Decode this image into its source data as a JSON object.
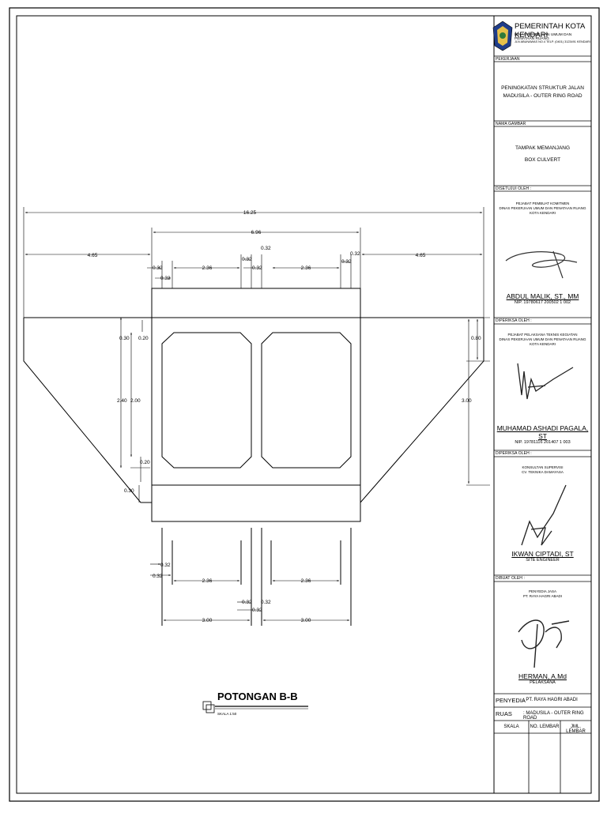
{
  "header": {
    "org": "PEMERINTAH KOTA KENDARI",
    "dept": "DINAS PEKERJAAN UMUM DAN PENATAAN RUANG",
    "address": "JLN ABUNAWAS NO.4 TELP. (0401) 3123491 KENDARI",
    "logo": "kendari-city-emblem"
  },
  "project": {
    "label": "PEKERJAAN",
    "line1": "PENINGKATAN STRUKTUR JALAN",
    "line2": "MADUSILA - OUTER RING ROAD"
  },
  "drawing_name": {
    "label": "NAMA GAMBAR",
    "line1": "TAMPAK MEMANJANG",
    "line2": "BOX CULVERT"
  },
  "approved": {
    "label": "DISETUJUI OLEH :",
    "role1": "PEJABAT PEMBUAT KOMITMEN",
    "role2": "DINAS PEKERJAAN UMUM DAN PENATAAN RUANG",
    "role3": "KOTA KENDARI",
    "name": "ABDUL MALIK, ST., MM",
    "nip": "NIP. 19780617 200502 1 002"
  },
  "checked1": {
    "label": "DIPERIKSA OLEH :",
    "role1": "PEJABAT PELAKSANA TEKNIS KEGIATAN",
    "role2": "DINAS PEKERJAAN UMUM DAN PENATAAN RUANG",
    "role3": "KOTA KENDARI",
    "name": "MUHAMAD ASHADI PAGALA, ST",
    "nip": "NIP. 19781116 201407 1 003"
  },
  "checked2": {
    "label": "DIPERIKSA OLEH :",
    "role1": "KONSULTAN SUPERVISI",
    "role2": "CV. TEKNIKA DAMAYASA",
    "name": "IKWAN CIPTADI, ST",
    "title": "SITE ENGINEER"
  },
  "made": {
    "label": "DIBUAT OLEH :",
    "role1": "PENYEDIA JASA",
    "role2": "PT. RAYA HAGRI ABADI",
    "name": "HERMAN, A.Md",
    "title": "PELAKSANA"
  },
  "provider": {
    "key": "PENYEDIA",
    "value": ": PT. RAYA HAGRI ABADI"
  },
  "route": {
    "key": "RUAS",
    "value": ": MADUSILA - OUTER RING ROAD"
  },
  "columns": {
    "scale": "SKALA",
    "sheet_no": "NO. LEMBAR",
    "sheet_total": "JML. LEMBAR"
  },
  "drawing": {
    "title": "POTONGAN B-B",
    "scale_note": "SKALA 1:50",
    "dims": {
      "total": "16.25",
      "box_width": "6.96",
      "left_ext": "4.65",
      "right_ext": "4.65",
      "wall": "0.32",
      "cell": "2.36",
      "cell_span": "3.00",
      "top_fill": "0.30",
      "haunch": "0.20",
      "height_outer": "2.40",
      "height_inner": "2.00",
      "right_depth": "0.80",
      "right_height": "3.00",
      "bottom_slab": "0.30"
    }
  }
}
